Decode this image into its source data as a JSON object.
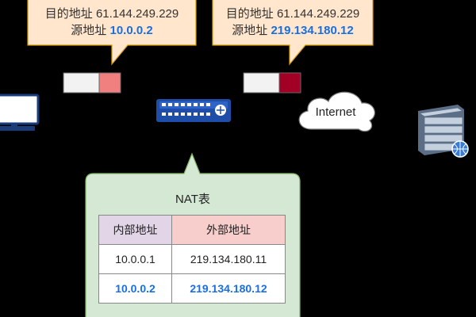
{
  "packet_left": {
    "dest_label": "目的地址",
    "dest_ip": "61.144.249.229",
    "src_label": "源地址",
    "src_ip": "10.0.0.2"
  },
  "packet_right": {
    "dest_label": "目的地址",
    "dest_ip": "61.144.249.229",
    "src_label": "源地址",
    "src_ip": "219.134.180.12"
  },
  "cloud_label": "Internet",
  "nat": {
    "title": "NAT表",
    "headers": [
      "内部地址",
      "外部地址"
    ],
    "rows": [
      [
        "10.0.0.1",
        "219.134.180.11"
      ],
      [
        "10.0.0.2",
        "219.134.180.12"
      ]
    ]
  },
  "colors": {
    "background": "#000000",
    "callout_fill": "#ffe6cc",
    "callout_stroke": "#d79b00",
    "nat_fill": "#d5e8d4",
    "nat_stroke": "#82b366",
    "highlight_text": "#1a6fe0",
    "packet_left_tag": "#f08080",
    "packet_right_tag": "#a20025",
    "router_blue": "#1f4ea8"
  },
  "icons": [
    "computer-icon",
    "router-icon",
    "cloud-icon",
    "server-icon",
    "packet-icon"
  ]
}
